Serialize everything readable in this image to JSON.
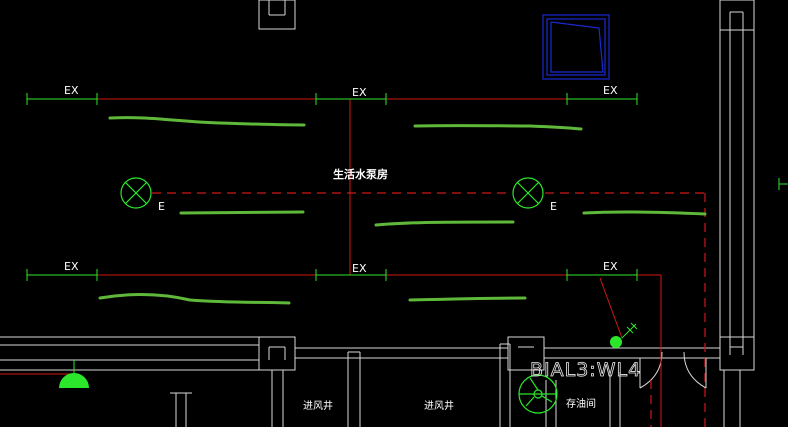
{
  "drawing": {
    "fixture_label": "EX",
    "emergency_label": "E",
    "room_name": "生活水泵房",
    "panel_code": "BIAL3:WL4",
    "bottom_rooms": [
      "进风井",
      "进风井",
      "存油间"
    ]
  },
  "colors": {
    "background": "#000000",
    "wall": "#d8d8d8",
    "circuit_red": "#d01818",
    "fixture_green": "#2ce62c",
    "hand_stroke": "#5fb83a",
    "window_blue": "#1a2ad0",
    "text": "#ffffff"
  }
}
